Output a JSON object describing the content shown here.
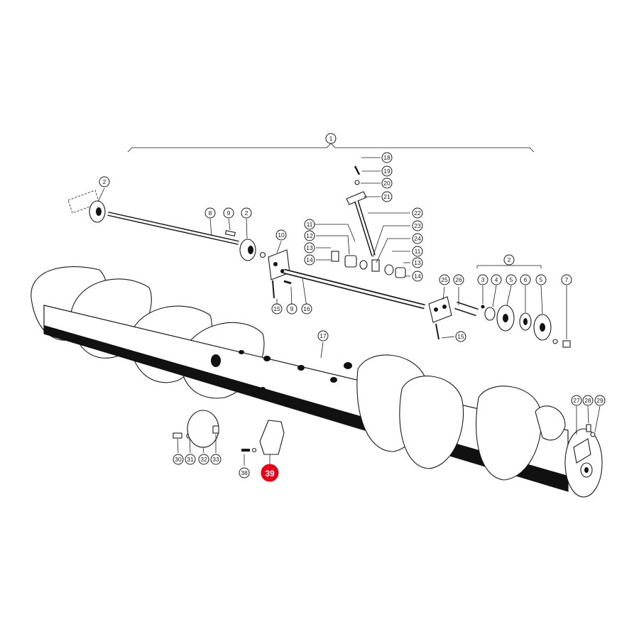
{
  "diagram": {
    "callouts": {
      "c1": "1",
      "c2a": "2",
      "c8": "8",
      "c9a": "9",
      "c2b": "2",
      "c10": "10",
      "c11a": "11",
      "c12": "12",
      "c13a": "13",
      "c14a": "14",
      "c15a": "15",
      "c9b": "9",
      "c16": "16",
      "c18": "18",
      "c19": "19",
      "c20": "20",
      "c21": "21",
      "c22": "22",
      "c23": "23",
      "c24": "24",
      "c11b": "11",
      "c13b": "13",
      "c14b": "14",
      "c25": "25",
      "c26": "26",
      "c2c": "2",
      "c3": "3",
      "c4": "4",
      "c5a": "5",
      "c6": "6",
      "c5b": "5",
      "c7": "7",
      "c15b": "15",
      "c17": "17",
      "c27": "27",
      "c28": "28",
      "c29": "29",
      "c30": "30",
      "c31": "31",
      "c32": "32",
      "c33": "33",
      "c38": "38",
      "c39": "39"
    },
    "highlight_color": "#e2001a"
  }
}
